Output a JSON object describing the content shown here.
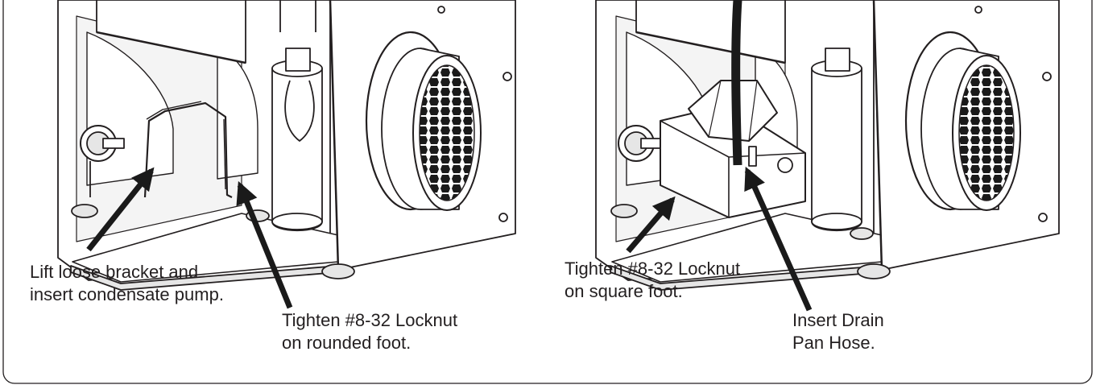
{
  "figure": {
    "left_panel": {
      "callouts": [
        {
          "lines": [
            "Lift loose bracket and",
            "insert condensate pump."
          ]
        },
        {
          "lines": [
            "Tighten #8-32 Locknut",
            "on rounded foot."
          ]
        }
      ]
    },
    "right_panel": {
      "callouts": [
        {
          "lines": [
            "Tighten #8-32 Locknut",
            "on square foot."
          ]
        },
        {
          "lines": [
            "Insert Drain",
            "Pan Hose."
          ]
        }
      ]
    }
  },
  "colors": {
    "stroke": "#231f20",
    "fill": "#ffffff",
    "shade": "#e6e6e6",
    "dark": "#1a1a1a"
  }
}
